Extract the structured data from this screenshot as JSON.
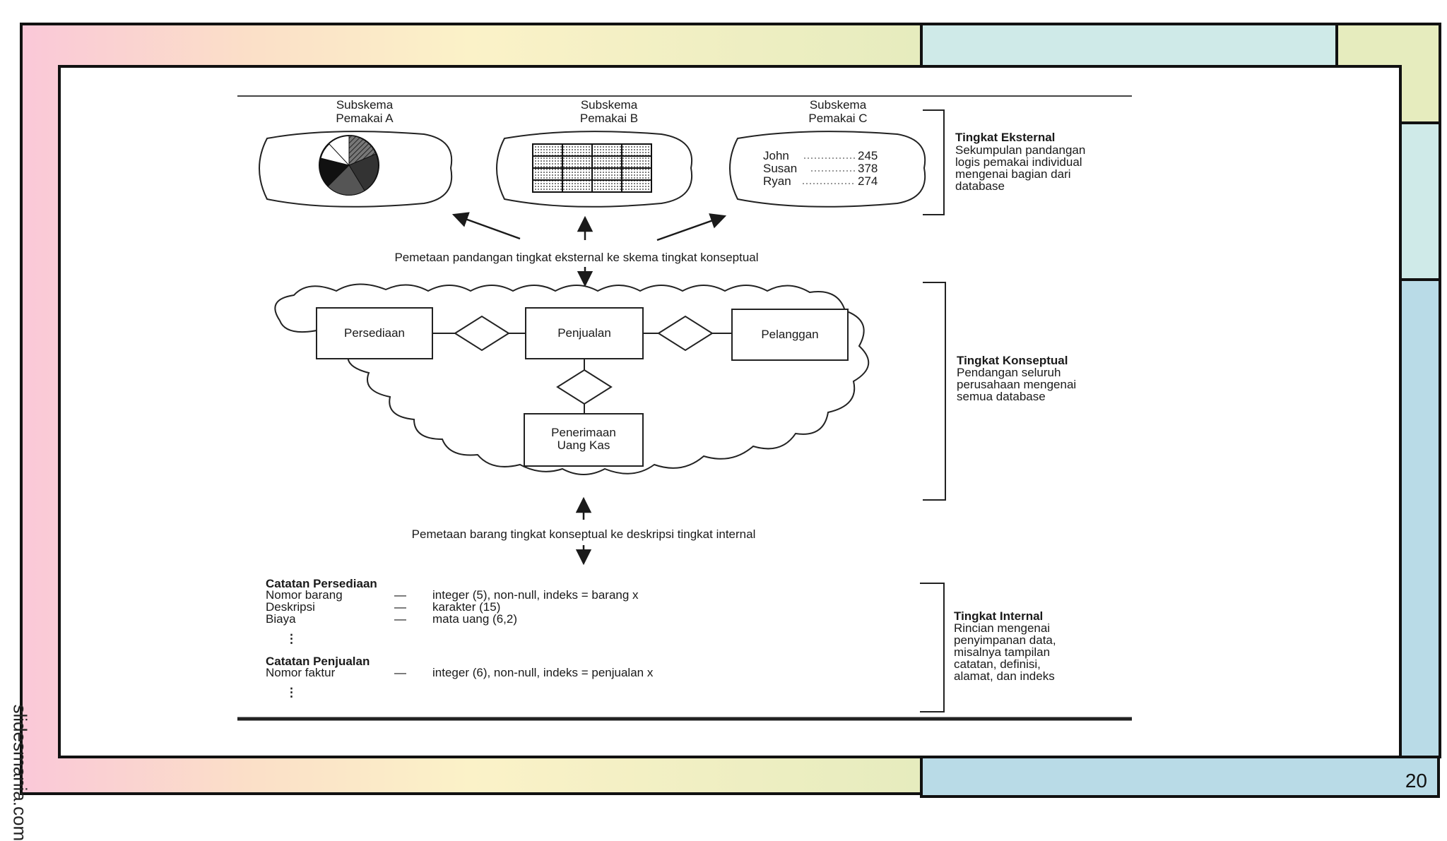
{
  "slide": {
    "page_number": "20",
    "watermark": "slidesmania.com"
  },
  "external": {
    "subschema_a": [
      "Subskema",
      "Pemakai A"
    ],
    "subschema_b": [
      "Subskema",
      "Pemakai B"
    ],
    "subschema_c": [
      "Subskema",
      "Pemakai C"
    ],
    "list_c": [
      {
        "name": "John",
        "value": "245"
      },
      {
        "name": "Susan",
        "value": "378"
      },
      {
        "name": "Ryan",
        "value": "274"
      }
    ],
    "level_title": "Tingkat Eksternal",
    "level_desc": [
      "Sekumpulan pandangan",
      "logis pemakai individual",
      "mengenai bagian dari",
      "database"
    ]
  },
  "mapping_external": "Pemetaan pandangan tingkat eksternal ke skema tingkat konseptual",
  "conceptual": {
    "entities": {
      "persediaan": "Persediaan",
      "penjualan": "Penjualan",
      "pelanggan": "Pelanggan",
      "penerimaan": [
        "Penerimaan",
        "Uang Kas"
      ]
    },
    "level_title": "Tingkat Konseptual",
    "level_desc": [
      "Pendangan seluruh",
      "perusahaan mengenai",
      "semua database"
    ]
  },
  "mapping_internal": "Pemetaan barang tingkat konseptual ke deskripsi tingkat internal",
  "internal": {
    "record_1": {
      "title": "Catatan Persediaan",
      "fields": [
        {
          "name": "Nomor barang",
          "dash": "—",
          "desc": "integer (5), non-null, indeks = barang x"
        },
        {
          "name": "Deskripsi",
          "dash": "—",
          "desc": "karakter (15)"
        },
        {
          "name": "Biaya",
          "dash": "—",
          "desc": "mata uang (6,2)"
        }
      ]
    },
    "record_2": {
      "title": "Catatan Penjualan",
      "fields": [
        {
          "name": "Nomor faktur",
          "dash": "—",
          "desc": "integer (6), non-null, indeks = penjualan x"
        }
      ]
    },
    "ellipsis": "⋮",
    "level_title": "Tingkat Internal",
    "level_desc": [
      "Rincian mengenai",
      "penyimpanan data,",
      "misalnya tampilan",
      "catatan, definisi,",
      "alamat, dan indeks"
    ]
  }
}
